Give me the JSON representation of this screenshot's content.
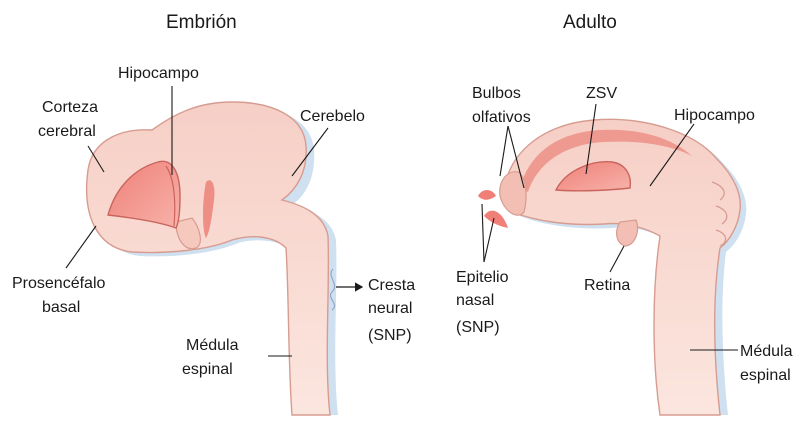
{
  "titles": {
    "embryo": "Embrión",
    "adult": "Adulto"
  },
  "embryo_labels": {
    "hippocampus": "Hipocampo",
    "cortex_line1": "Corteza",
    "cortex_line2": "cerebral",
    "cerebellum": "Cerebelo",
    "forebrain_line1": "Prosencéfalo",
    "forebrain_line2": "basal",
    "spinal_line1": "Médula",
    "spinal_line2": "espinal",
    "crest_line1": "Cresta",
    "crest_line2": "neural",
    "crest_line3": "(SNP)"
  },
  "adult_labels": {
    "bulbs_line1": "Bulbos",
    "bulbs_line2": "olfativos",
    "svz": "ZSV",
    "hippocampus": "Hipocampo",
    "nasal_line1": "Epitelio",
    "nasal_line2": "nasal",
    "nasal_line3": "(SNP)",
    "retina": "Retina",
    "spinal_line1": "Médula",
    "spinal_line2": "espinal"
  },
  "colors": {
    "tissue": "#f9dcd3",
    "tissue_edge": "#d79c90",
    "highlight": "#f28c85",
    "shadow": "#c9dcef"
  }
}
